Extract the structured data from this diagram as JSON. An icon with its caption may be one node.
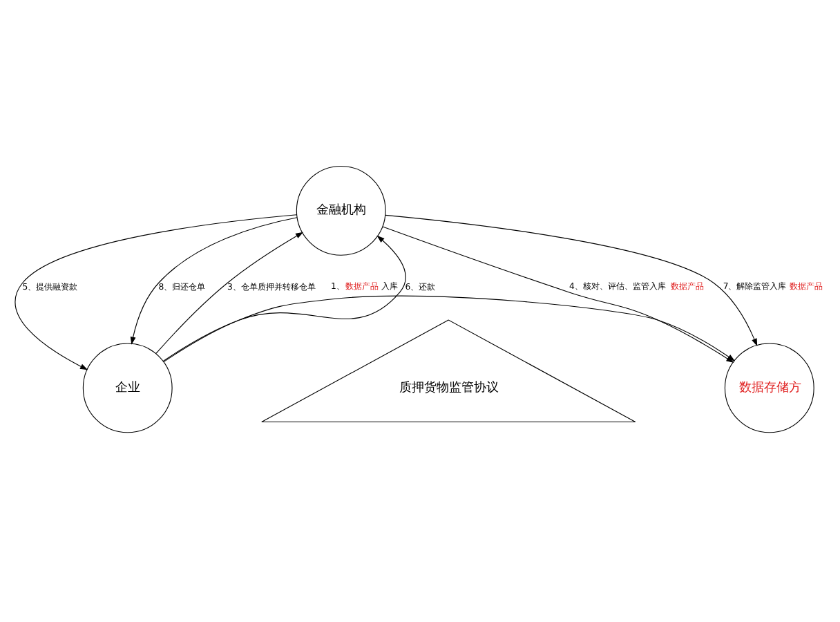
{
  "diagram": {
    "nodes": [
      {
        "text": [
          "金融机构"
        ]
      },
      {
        "text": [
          "企业"
        ]
      },
      {
        "text": [
          "质押货物监管协议"
        ]
      },
      {
        "text": [
          "数据存储方"
        ]
      }
    ],
    "edges": [
      {
        "from": 1,
        "to": 3,
        "arrow": "to",
        "label": "1、**数据产品**入库"
      },
      {
        "from": 1,
        "to": 0,
        "arrow": "to",
        "label": "3、仓单质押并转移仓单"
      },
      {
        "from": 0,
        "to": 3,
        "arrow": "to",
        "label": "4、核对、评估、监管入库**数据产品**"
      },
      {
        "from": 0,
        "to": 1,
        "arrow": "to",
        "label": "5、提供融资款"
      },
      {
        "from": 1,
        "to": 0,
        "arrow": "to",
        "label": "6、还款"
      },
      {
        "from": 0,
        "to": 3,
        "arrow": "to",
        "label": "7、解除监管入库**数据产品**"
      },
      {
        "from": 0,
        "to": 1,
        "arrow": "to",
        "label": "8、归还仓单"
      }
    ]
  }
}
